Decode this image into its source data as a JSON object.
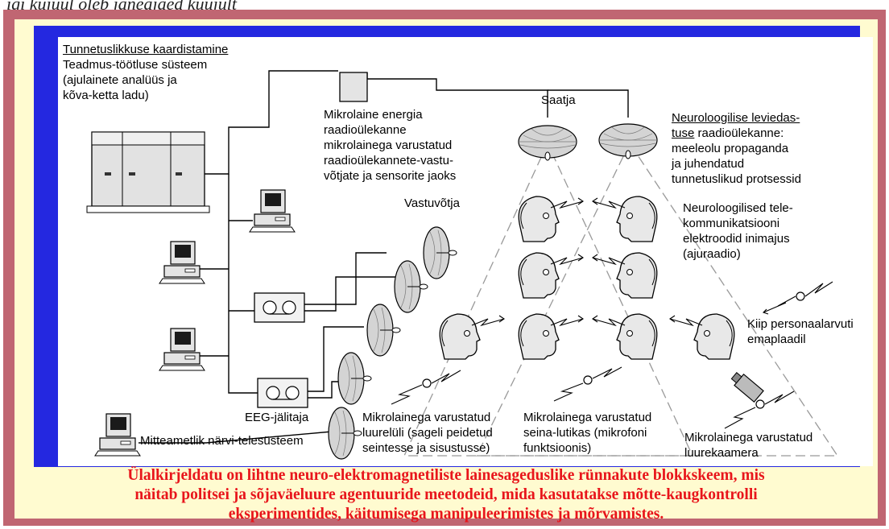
{
  "top_text": "igi kujuul oleb janeajaed kuujult",
  "diagram": {
    "title": "Tunnetuslikkuse kaardistamine",
    "knowledge_system": [
      "Teadmus-töötluse süsteem",
      "(ajulainete analüüs ja",
      "kõva-ketta ladu)"
    ],
    "microwave_energy": [
      "Mikrolaine energia",
      "raadioülekanne",
      "mikrolainega varustatud",
      "raadioülekannete-vastu-",
      "võtjate ja sensorite jaoks"
    ],
    "transmitter": "Saatja",
    "neuro_broadcast_title": [
      "Neuroloogilise leviedas-",
      "tuse"
    ],
    "neuro_broadcast_rest": " raadioülekanne:",
    "neuro_broadcast_lines": [
      "meeleolu propaganda",
      "ja juhendatud",
      "tunnetuslikud protsessid"
    ],
    "receiver": "Vastuvõtja",
    "neuro_telecom": [
      "Neuroloogilised tele-",
      "kommunikatsiooni",
      "elektroodid inimajus",
      "(ajuraadio)"
    ],
    "chip": [
      "Kiip personaalarvuti",
      "emaplaadil"
    ],
    "eeg": "EEG-jälitaja",
    "nerve_system": "Mitteametlik närvi-telesüsteem",
    "spy_bug": [
      "Mikrolainega varustatud",
      "luurelüli (sageli peidetud",
      "seintesse ja sisustusse)"
    ],
    "wall_bug": [
      "Mikrolainega varustatud",
      "seina-lutikas (mikrofoni",
      "funktsioonis)"
    ],
    "spy_camera": [
      "Mikrolainega varustatud",
      "luurekaamera"
    ]
  },
  "caption": [
    "Ülalkirjeldatu on lihtne neuro-elektromagnetiliste lainesageduslike rünnakute blokkskeem, mis",
    "näitab politsei ja sõjaväeluure agentuuride meetodeid, mida kasutatakse mõtte-kaugkontrolli",
    "eksperimentides, käitumisega manipuleerimistes ja mõrvamistes."
  ],
  "colors": {
    "frame": "#c06672",
    "cream": "#fffbd0",
    "blue_border": "#2428e0",
    "caption": "#e8151b"
  }
}
